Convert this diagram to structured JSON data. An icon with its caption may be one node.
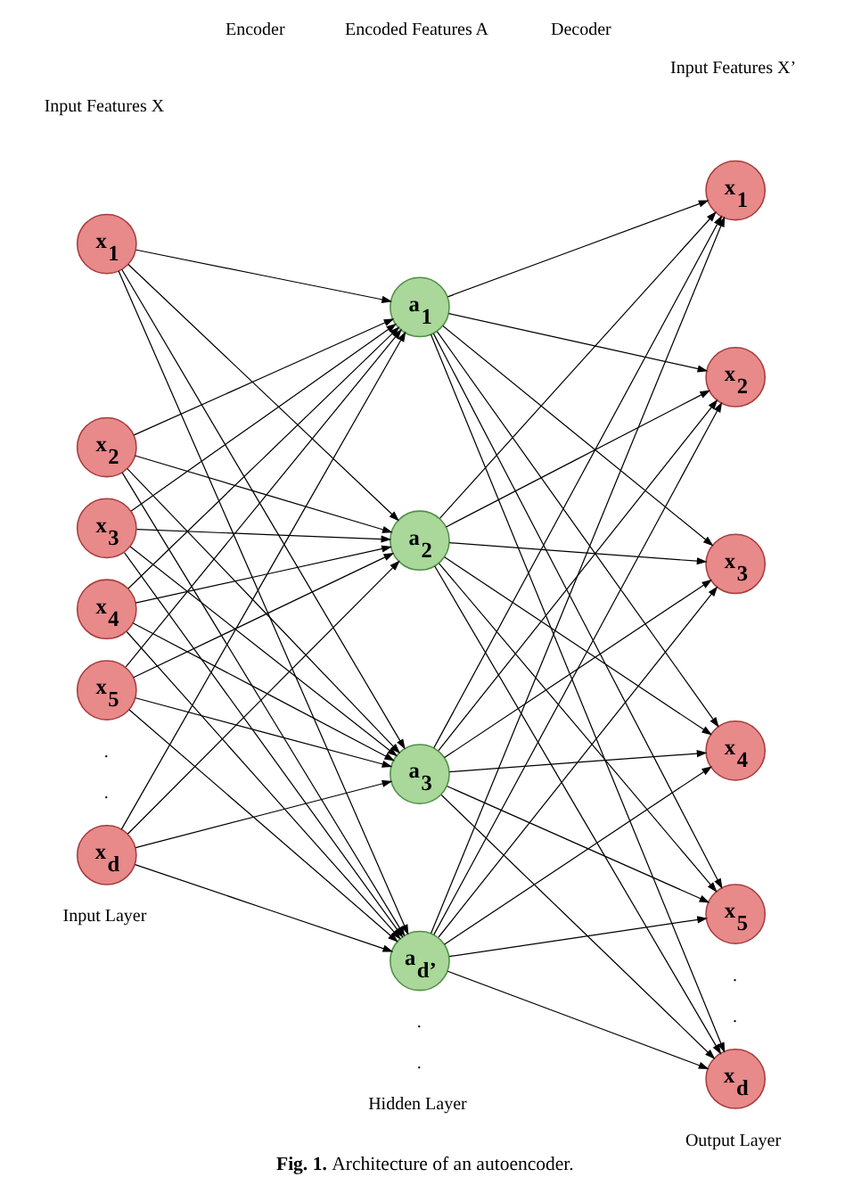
{
  "diagram": {
    "caption": "**Fig. 1.** Architecture of an autoencoder.",
    "nodes": [
      {
        "text": [
          "x$_{1}$"
        ]
      },
      {
        "text": [
          "x$_{2}$"
        ]
      },
      {
        "text": [
          "x$_{3}$"
        ]
      },
      {
        "text": [
          "x$_{4}$"
        ]
      },
      {
        "text": [
          "x$_{5}$"
        ]
      },
      {
        "text": [
          "x$_{d}$"
        ]
      },
      {
        "text": [
          "a$_{1}$"
        ]
      },
      {
        "text": [
          "a$_{2}$"
        ]
      },
      {
        "text": [
          "a$_{3}$"
        ]
      },
      {
        "text": [
          "a$_{d’}$"
        ]
      },
      {
        "text": [
          "x$_{1}$"
        ]
      },
      {
        "text": [
          "x$_{2}$"
        ]
      },
      {
        "text": [
          "x$_{3}$"
        ]
      },
      {
        "text": [
          "x$_{4}$"
        ]
      },
      {
        "text": [
          "x$_{5}$"
        ]
      },
      {
        "text": [
          "x$_{d}$"
        ]
      }
    ],
    "edges": [
      {
        "from": 0,
        "to": 6,
        "arrow": "to"
      },
      {
        "from": 0,
        "to": 7,
        "arrow": "to"
      },
      {
        "from": 0,
        "to": 8,
        "arrow": "to"
      },
      {
        "from": 0,
        "to": 9,
        "arrow": "to"
      },
      {
        "from": 1,
        "to": 6,
        "arrow": "to"
      },
      {
        "from": 1,
        "to": 7,
        "arrow": "to"
      },
      {
        "from": 1,
        "to": 8,
        "arrow": "to"
      },
      {
        "from": 1,
        "to": 9,
        "arrow": "to"
      },
      {
        "from": 2,
        "to": 6,
        "arrow": "to"
      },
      {
        "from": 2,
        "to": 7,
        "arrow": "to"
      },
      {
        "from": 2,
        "to": 8,
        "arrow": "to"
      },
      {
        "from": 2,
        "to": 9,
        "arrow": "to"
      },
      {
        "from": 3,
        "to": 6,
        "arrow": "to"
      },
      {
        "from": 3,
        "to": 7,
        "arrow": "to"
      },
      {
        "from": 3,
        "to": 8,
        "arrow": "to"
      },
      {
        "from": 3,
        "to": 9,
        "arrow": "to"
      },
      {
        "from": 4,
        "to": 6,
        "arrow": "to"
      },
      {
        "from": 4,
        "to": 7,
        "arrow": "to"
      },
      {
        "from": 4,
        "to": 8,
        "arrow": "to"
      },
      {
        "from": 4,
        "to": 9,
        "arrow": "to"
      },
      {
        "from": 5,
        "to": 6,
        "arrow": "to"
      },
      {
        "from": 5,
        "to": 7,
        "arrow": "to"
      },
      {
        "from": 5,
        "to": 8,
        "arrow": "to"
      },
      {
        "from": 5,
        "to": 9,
        "arrow": "to"
      },
      {
        "from": 6,
        "to": 10,
        "arrow": "to"
      },
      {
        "from": 6,
        "to": 11,
        "arrow": "to"
      },
      {
        "from": 6,
        "to": 12,
        "arrow": "to"
      },
      {
        "from": 6,
        "to": 13,
        "arrow": "to"
      },
      {
        "from": 6,
        "to": 14,
        "arrow": "to"
      },
      {
        "from": 6,
        "to": 15,
        "arrow": "to"
      },
      {
        "from": 7,
        "to": 10,
        "arrow": "to"
      },
      {
        "from": 7,
        "to": 11,
        "arrow": "to"
      },
      {
        "from": 7,
        "to": 12,
        "arrow": "to"
      },
      {
        "from": 7,
        "to": 13,
        "arrow": "to"
      },
      {
        "from": 7,
        "to": 14,
        "arrow": "to"
      },
      {
        "from": 7,
        "to": 15,
        "arrow": "to"
      },
      {
        "from": 8,
        "to": 10,
        "arrow": "to"
      },
      {
        "from": 8,
        "to": 11,
        "arrow": "to"
      },
      {
        "from": 8,
        "to": 12,
        "arrow": "to"
      },
      {
        "from": 8,
        "to": 13,
        "arrow": "to"
      },
      {
        "from": 8,
        "to": 14,
        "arrow": "to"
      },
      {
        "from": 8,
        "to": 15,
        "arrow": "to"
      },
      {
        "from": 9,
        "to": 10,
        "arrow": "to"
      },
      {
        "from": 9,
        "to": 11,
        "arrow": "to"
      },
      {
        "from": 9,
        "to": 12,
        "arrow": "to"
      },
      {
        "from": 9,
        "to": 13,
        "arrow": "to"
      },
      {
        "from": 9,
        "to": 14,
        "arrow": "to"
      },
      {
        "from": 9,
        "to": 15,
        "arrow": "to"
      }
    ],
    "labels": [
      "Encoder",
      "Decoder",
      "Input Features X",
      "Input Features X’",
      "Encoded Features A",
      ".",
      ".",
      ".",
      ".",
      ".",
      ".",
      "Input Layer",
      "Hidden Layer",
      "Output Layer"
    ]
  }
}
